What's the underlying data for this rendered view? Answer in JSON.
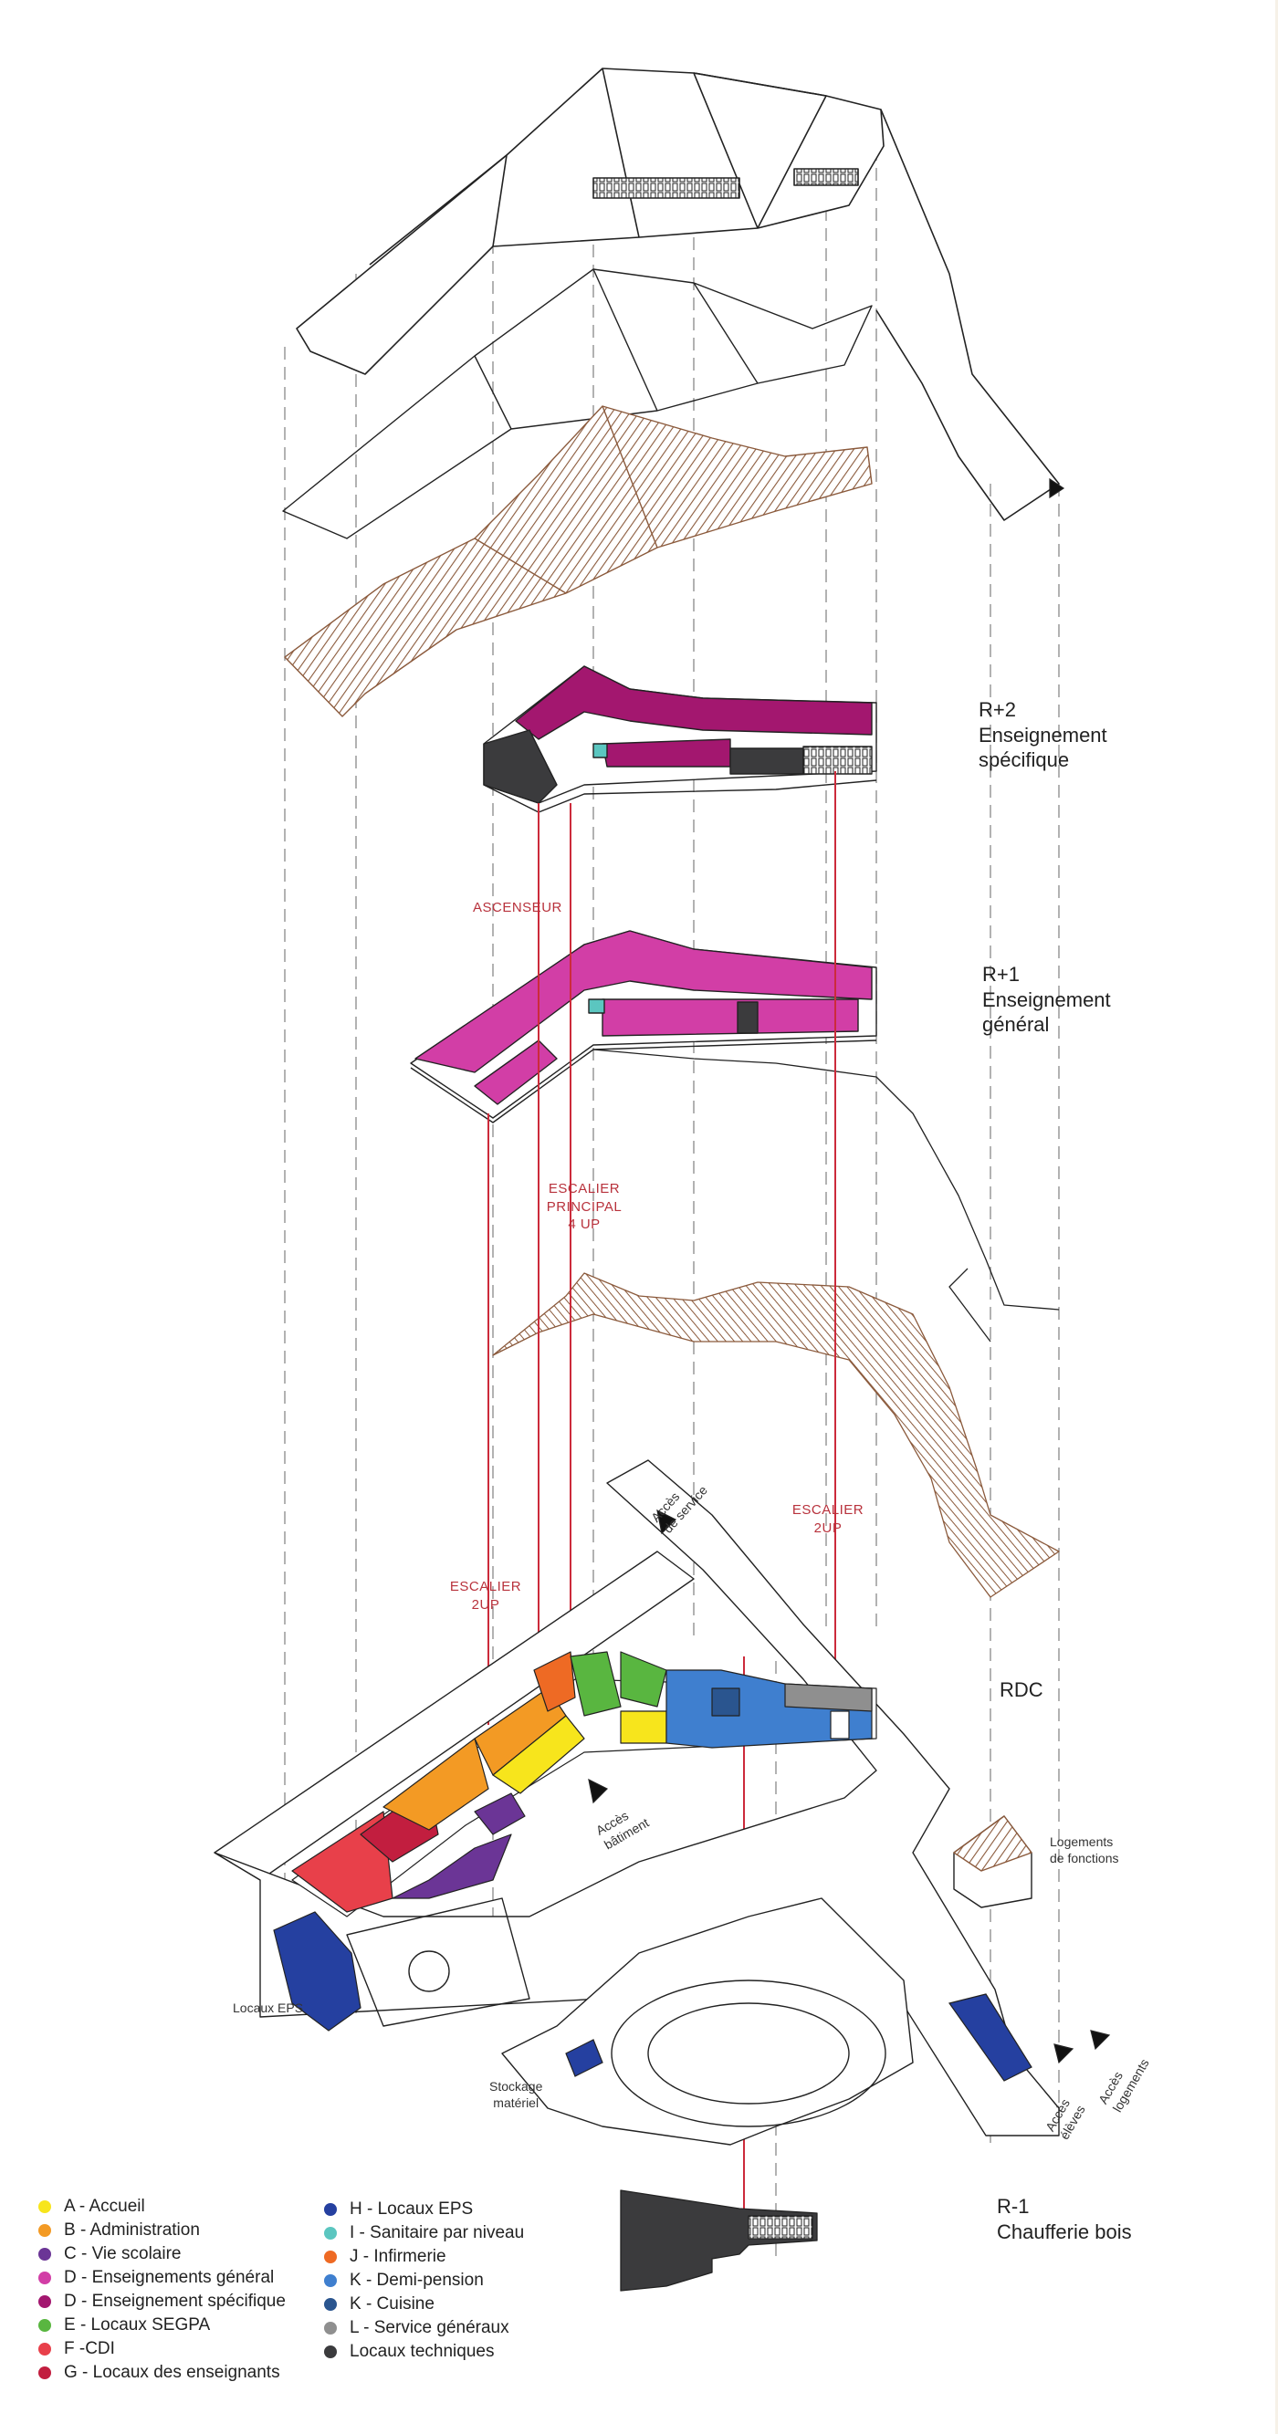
{
  "floors": {
    "r2": {
      "code": "R+2",
      "name_line1": "Enseignement",
      "name_line2": "spécifique"
    },
    "r1": {
      "code": "R+1",
      "name_line1": "Enseignement",
      "name_line2": "général"
    },
    "rdc": {
      "code": "RDC"
    },
    "rm1": {
      "code": "R-1",
      "name": "Chaufferie bois"
    }
  },
  "circulation": {
    "ascenseur": "ASCENSEUR",
    "escalier_principal": [
      "ESCALIER",
      "PRINCIPAL",
      "4 UP"
    ],
    "escalier_left": [
      "ESCALIER",
      "2UP"
    ],
    "escalier_right": [
      "ESCALIER",
      "2UP"
    ]
  },
  "site_labels": {
    "acces_service": [
      "Accès",
      "de service"
    ],
    "acces_batiment": [
      "Accès",
      "bâtiment"
    ],
    "logements_fonctions": [
      "Logements",
      "de fonctions"
    ],
    "locaux_eps": "Locaux EPS",
    "stockage": [
      "Stockage",
      "matériel"
    ],
    "acces_eleves": [
      "Accès",
      "élèves"
    ],
    "acces_logements": [
      "Accès",
      "logements"
    ]
  },
  "colors": {
    "accueil": "#f7e51c",
    "administration": "#f39a24",
    "vie_scolaire": "#6b3596",
    "ens_general": "#d23ea6",
    "ens_specifique": "#a3176f",
    "segpa": "#59b640",
    "cdi": "#e8404a",
    "enseignants": "#c21e3f",
    "eps": "#2540a0",
    "sanitaire": "#5bc6c0",
    "infirmerie": "#ee6a24",
    "demi_pension": "#3f7fcf",
    "cuisine": "#2a558f",
    "service": "#8f8f8f",
    "technique": "#3b3b3d",
    "wood": "#8b5a3c",
    "red_line": "#cc2b3b"
  },
  "legend": {
    "col1": [
      {
        "label": "A - Accueil",
        "color": "#f7e51c"
      },
      {
        "label": "B - Administration",
        "color": "#f39a24"
      },
      {
        "label": "C - Vie scolaire",
        "color": "#6b3596"
      },
      {
        "label": "D - Enseignements général",
        "color": "#d23ea6"
      },
      {
        "label": "D - Enseignement spécifique",
        "color": "#a3176f"
      },
      {
        "label": "E - Locaux SEGPA",
        "color": "#59b640"
      },
      {
        "label": "F -CDI",
        "color": "#e8404a"
      },
      {
        "label": "G - Locaux des enseignants",
        "color": "#c21e3f"
      }
    ],
    "col2": [
      {
        "label": "H - Locaux EPS",
        "color": "#2540a0"
      },
      {
        "label": "I - Sanitaire par niveau",
        "color": "#5bc6c0"
      },
      {
        "label": "J - Infirmerie",
        "color": "#ee6a24"
      },
      {
        "label": "K - Demi-pension",
        "color": "#3f7fcf"
      },
      {
        "label": "K - Cuisine",
        "color": "#2a558f"
      },
      {
        "label": "L - Service généraux",
        "color": "#8f8f8f"
      },
      {
        "label": "Locaux techniques",
        "color": "#3b3b3d"
      }
    ]
  }
}
